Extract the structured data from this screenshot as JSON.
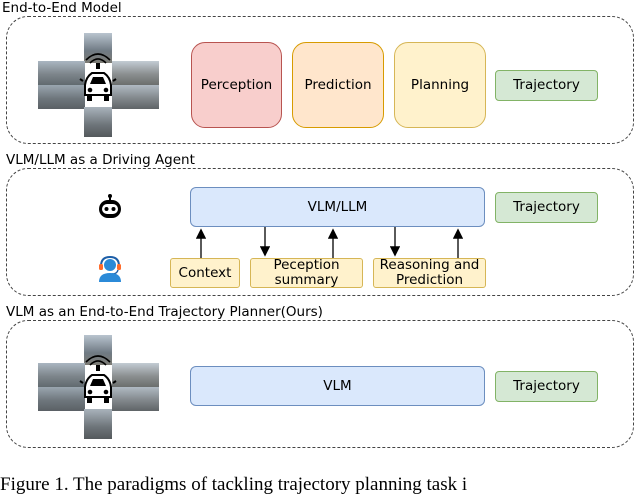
{
  "sections": {
    "end_to_end": {
      "title": "End-to-End Model",
      "stages": [
        "Perception",
        "Prediction",
        "Planning"
      ],
      "output": "Trajectory"
    },
    "driving_agent": {
      "title": "VLM/LLM as a Driving Agent",
      "model": "VLM/LLM",
      "output": "Trajectory",
      "inputs": {
        "context": "Context",
        "perception_line1": "Peception",
        "perception_line2": "summary",
        "reasoning_line1": "Reasoning and",
        "reasoning_line2": "Prediction"
      }
    },
    "planner": {
      "title": "VLM as an End-to-End Trajectory Planner(Ours)",
      "model": "VLM",
      "output": "Trajectory"
    }
  },
  "caption": "Figure 1. The paradigms of tackling trajectory planning task i",
  "colors": {
    "perception": "#f8cecc",
    "prediction": "#ffe6cc",
    "planning": "#fff2cc",
    "trajectory": "#d5e8d4",
    "vlm": "#dae8fc",
    "note": "#fff2cc"
  },
  "icons": {
    "car": "car-icon",
    "robot": "robot-icon",
    "user": "user-headset-icon"
  }
}
